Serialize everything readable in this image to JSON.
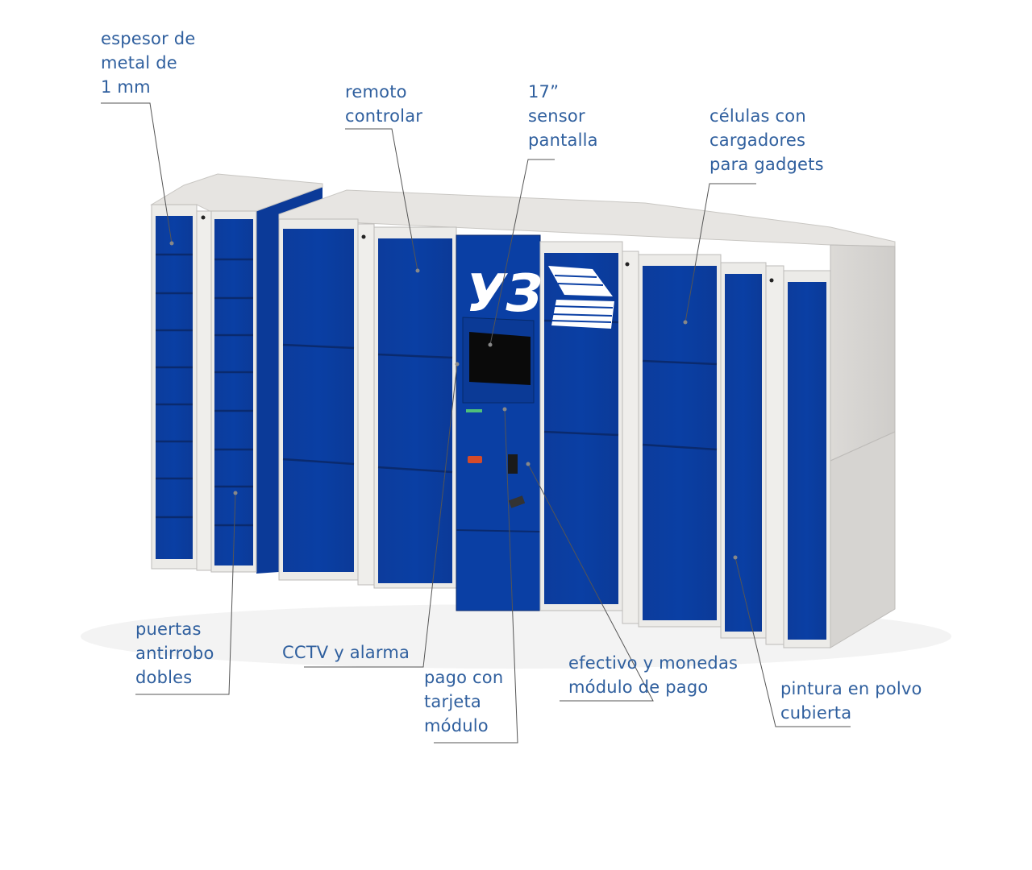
{
  "colors": {
    "door_blue": "#0a3fa4",
    "frame_grey": "#e9e7e4",
    "label_text": "#2f5f9e",
    "leader_line": "#555555"
  },
  "logo": {
    "text": "УЗ"
  },
  "callouts": {
    "metal_thickness": {
      "lines": [
        "espesor de",
        "metal de",
        "1 mm"
      ]
    },
    "remote_control": {
      "lines": [
        "remoto",
        "controlar"
      ]
    },
    "touch_screen": {
      "lines": [
        "17”",
        "sensor",
        "pantalla"
      ]
    },
    "charger_cells": {
      "lines": [
        "células con",
        "cargadores",
        "para gadgets"
      ]
    },
    "anti_theft_doors": {
      "lines": [
        "puertas",
        "antirrobo",
        "dobles"
      ]
    },
    "cctv_alarm": {
      "lines": [
        "CCTV y alarma"
      ]
    },
    "card_payment": {
      "lines": [
        "pago con",
        "tarjeta",
        "módulo"
      ]
    },
    "cash_payment": {
      "lines": [
        "efectivo y monedas",
        "módulo de pago"
      ]
    },
    "powder_coating": {
      "lines": [
        "pintura en polvo",
        "cubierta"
      ]
    }
  }
}
